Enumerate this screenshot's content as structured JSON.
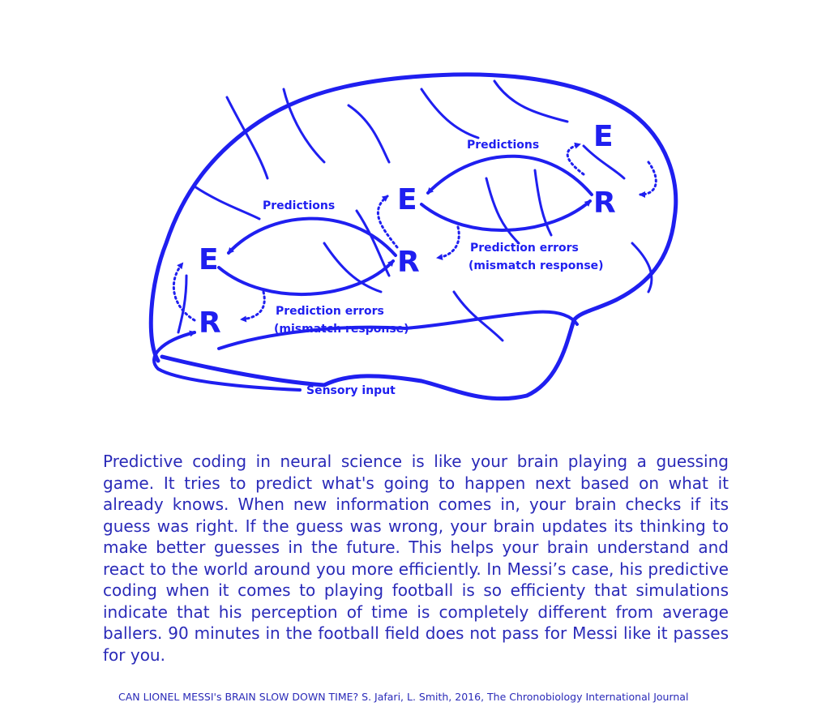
{
  "diagram": {
    "labels": {
      "predictions_left": "Predictions",
      "predictions_right": "Predictions",
      "errors_left_1": "Prediction errors",
      "errors_left_2": "(mismatch response)",
      "errors_right_1": "Prediction errors",
      "errors_right_2": "(mismatch response)",
      "sensory_input": "Sensory input"
    },
    "nodes": {
      "e": "E",
      "r": "R"
    },
    "color": "#1f1ff0"
  },
  "paragraph": {
    "lines": [
      "Predictive coding in neural science is like your brain playing a guessing",
      "game. It tries to predict what's going to happen next based on what it",
      "already knows. When new information comes in, your brain checks if its",
      "guess was right. If the guess was wrong, your brain updates its thinking to",
      "make better guesses in the future. This helps your brain understand and",
      "react to the world around you more efficiently. In Messi’s case, his predictive",
      "coding when it comes to playing football is so efficienty that simulations",
      "indicate that his perception of time is completely different from average",
      "ballers. 90 minutes in the football field does not pass for Messi like it passes",
      "for you."
    ],
    "color": "#2a2ab8"
  },
  "caption": "CAN LIONEL MESSI's BRAIN SLOW DOWN TIME? S. Jafari, L. Smith,  2016, The Chronobiology International Journal"
}
